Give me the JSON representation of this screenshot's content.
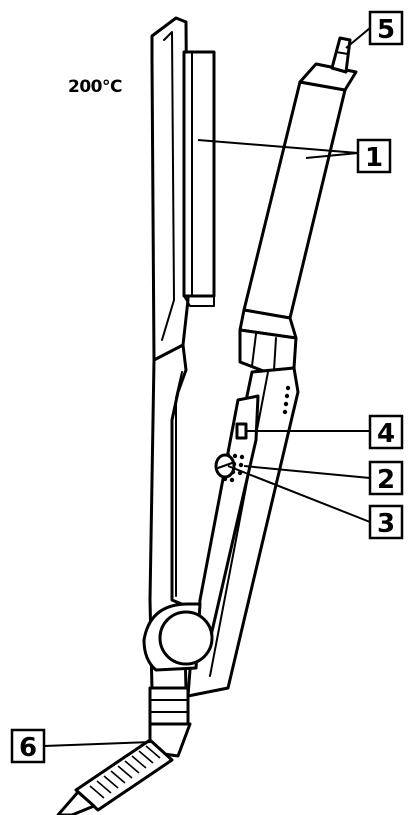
{
  "temperature_label": "200°C",
  "callouts": [
    {
      "id": "c1",
      "number": "1"
    },
    {
      "id": "c2",
      "number": "2"
    },
    {
      "id": "c3",
      "number": "3"
    },
    {
      "id": "c4",
      "number": "4"
    },
    {
      "id": "c5",
      "number": "5"
    },
    {
      "id": "c6",
      "number": "6"
    }
  ]
}
